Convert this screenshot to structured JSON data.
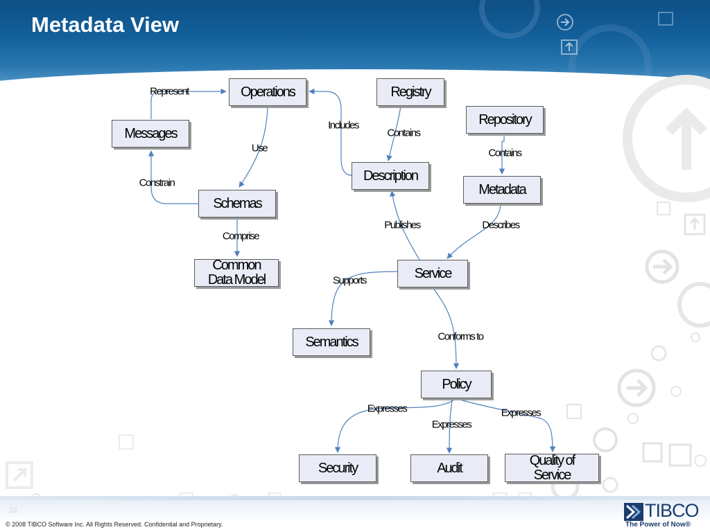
{
  "slide": {
    "title": "Metadata View",
    "number": "22",
    "copyright": "© 2008 TIBCO Software Inc. All Rights Reserved. Confidential and Proprietary."
  },
  "logo": {
    "name": "TIBCO",
    "tagline": "The Power of Now®"
  },
  "colors": {
    "header": "#13609b",
    "node_fill": "#e9ecf6",
    "connector": "#4f81bd"
  },
  "diagram": {
    "nodes": {
      "operations": "Operations",
      "registry": "Registry",
      "messages": "Messages",
      "repository": "Repository",
      "description": "Description",
      "metadata": "Metadata",
      "schemas": "Schemas",
      "common_data_model": [
        "Common",
        "Data Model"
      ],
      "service": "Service",
      "semantics": "Semantics",
      "policy": "Policy",
      "security": "Security",
      "audit": "Audit",
      "quality_of_service": [
        "Quality of",
        "Service"
      ]
    },
    "edge_labels": {
      "represent": "Represent",
      "includes": "Includes",
      "contains_registry": "Contains",
      "contains_repository": "Contains",
      "use": "Use",
      "constrain": "Constrain",
      "comprise": "Comprise",
      "publishes": "Publishes",
      "describes": "Describes",
      "supports": "Supports",
      "conforms_to": "Conforms to",
      "expresses_security": "Expresses",
      "expresses_audit": "Expresses",
      "expresses_qos": "Expresses"
    }
  }
}
